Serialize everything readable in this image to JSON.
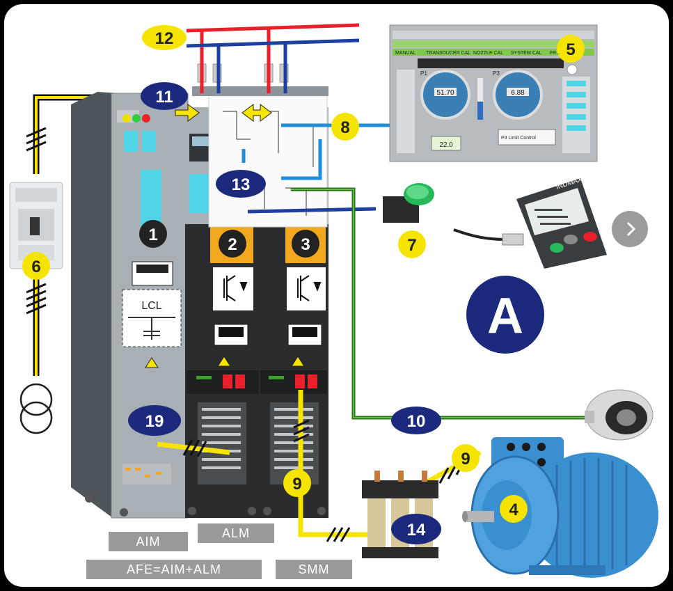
{
  "badges": {
    "b1": "1",
    "b2": "2",
    "b3": "3",
    "b4": "4",
    "b5": "5",
    "b6": "6",
    "b7": "7",
    "b8": "8",
    "b9a": "9",
    "b9b": "9",
    "b10": "10",
    "b11": "11",
    "b12": "12",
    "b13": "13",
    "b14": "14",
    "b19": "19",
    "bigA": "A"
  },
  "module_labels": {
    "aim": "AIM",
    "alm": "ALM",
    "afe": "AFE=AIM+ALM",
    "smm": "SMM"
  },
  "filter_label": "LCL",
  "keypad_brand": "INDMAX",
  "hmi": {
    "tabs": [
      "MANUAL",
      "TRANSDUCER CAL",
      "NOZZLE CAL",
      "SYSTEM CAL",
      "FR..."
    ],
    "gauge_left_label": "P1",
    "gauge_right_label": "P3",
    "gauge_left_value": "51.70",
    "gauge_right_value": "6.88",
    "small_reading": "22.0",
    "control_label": "P3 Limit Control"
  },
  "colors": {
    "badge_yellow": "#f5e400",
    "badge_navy": "#1b2a7c",
    "badge_black": "#222222",
    "line_red": "#e8202a",
    "line_blue": "#1d3f9e",
    "line_light_blue": "#1e8fd8",
    "line_green": "#3ea22a",
    "cable_yellow": "#f6e300",
    "motor_blue": "#3a8fd0",
    "cabinet_grey": "#a7aeb3"
  },
  "icons": [
    "next-arrow-icon",
    "warning-triangle-icon",
    "igbt-symbol-icon",
    "transformer-symbol-icon",
    "push-button-icon",
    "ethernet-plug-icon"
  ]
}
